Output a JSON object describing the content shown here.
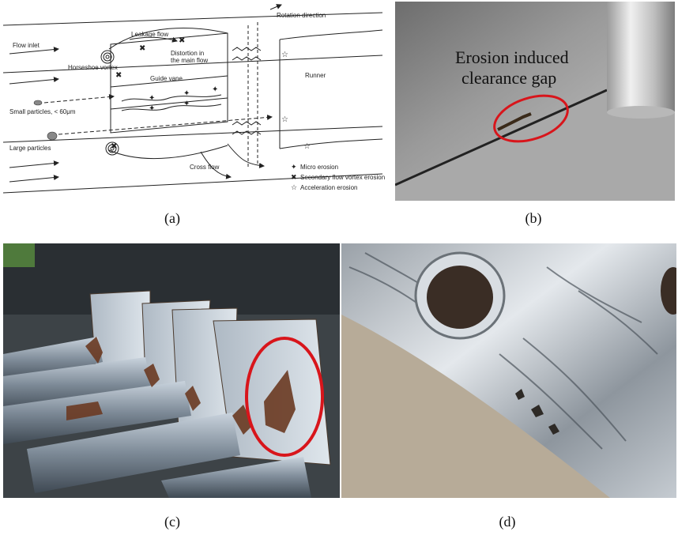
{
  "panel_labels": {
    "a": "(a)",
    "b": "(b)",
    "c": "(c)",
    "d": "(d)"
  },
  "diagram": {
    "rotation_direction": "Rotation direction",
    "flow_inlet": "Flow inlet",
    "leakage_flow": "Leakage flow",
    "distortion_line1": "Distortion in",
    "distortion_line2": "the main flow",
    "horseshoe_vortex": "Horseshoe vortex",
    "guide_vane": "Guide vane",
    "runner": "Runner",
    "small_particles": "Small particles, < 60μm",
    "large_particles": "Large particles",
    "cross_flow": "Cross flow",
    "legend": [
      {
        "symbol": "✦",
        "label": "Micro erosion",
        "icon": "star4-icon"
      },
      {
        "symbol": "✖",
        "label": "Secondary flow vortex erosion",
        "icon": "cross-icon"
      },
      {
        "symbol": "☆",
        "label": "Acceleration erosion",
        "icon": "star-outline-icon"
      }
    ]
  },
  "photo_b": {
    "caption_line1": "Erosion induced",
    "caption_line2": "clearance gap",
    "highlight_color": "#d8151b"
  },
  "photo_c": {
    "highlight_color": "#d8151b"
  }
}
